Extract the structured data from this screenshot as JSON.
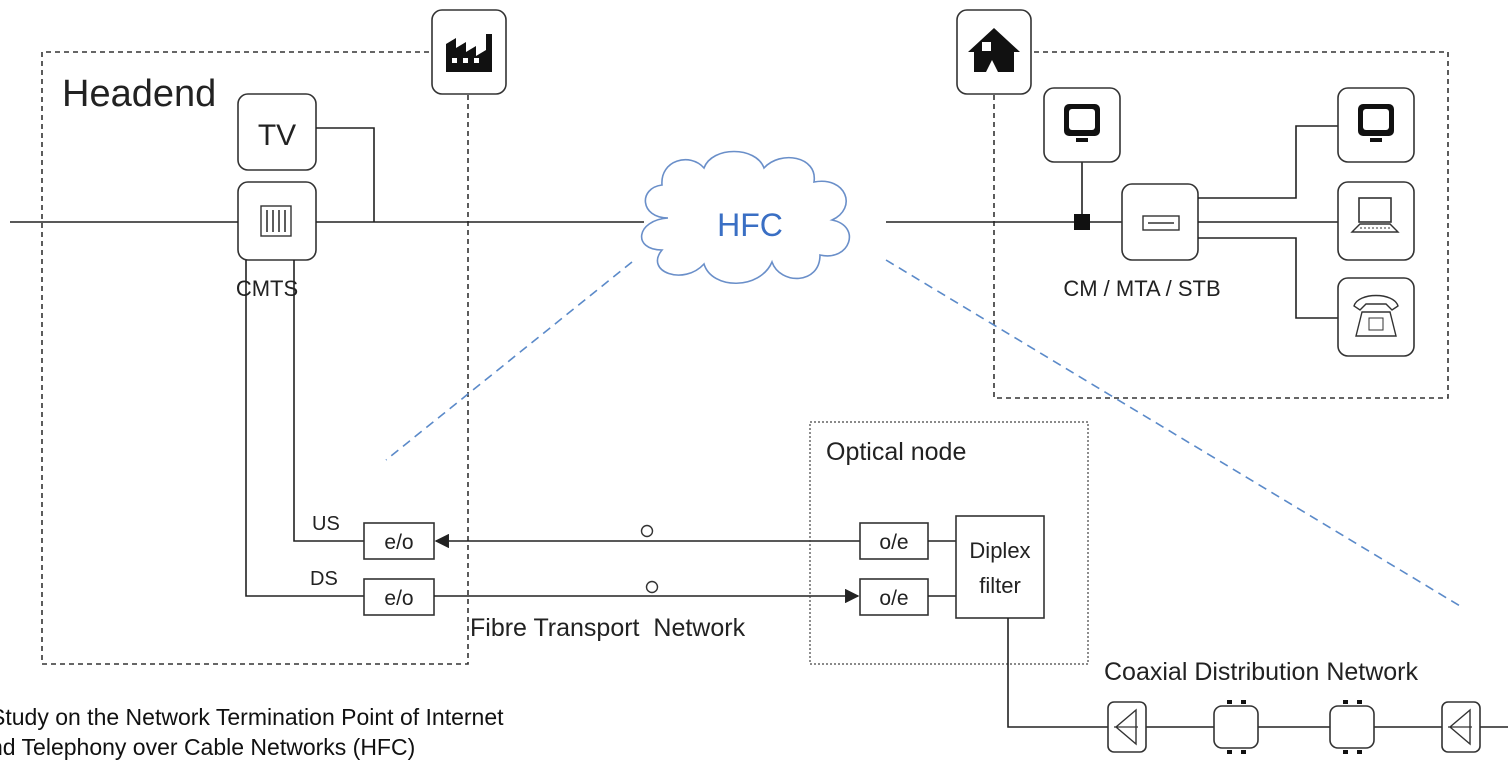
{
  "headend": {
    "title": "Headend",
    "tv_label": "TV",
    "cmts_label": "CMTS"
  },
  "hfc": {
    "label": "HFC"
  },
  "customer": {
    "device_label": "CM / MTA / STB"
  },
  "fibre": {
    "us_label": "US",
    "ds_label": "DS",
    "eo_label": "e/o",
    "oe_label": "o/e",
    "network_label": "Fibre Transport  Network"
  },
  "optical_node": {
    "title": "Optical node",
    "diplex_line1": "Diplex",
    "diplex_line2": "filter"
  },
  "coax": {
    "label": "Coaxial Distribution Network"
  },
  "caption": {
    "line1": "Study on the Network Termination Point of Internet",
    "line2": "nd Telephony over Cable Networks (HFC)"
  },
  "colors": {
    "line": "#222222",
    "zoom_line": "#5b8ac9",
    "hfc_text": "#3a6fc4",
    "cloud_stroke": "#6a8fc9"
  },
  "icons": [
    "factory-icon",
    "house-icon",
    "tv-icon",
    "cmts-rack-icon",
    "monitor-icon",
    "modem-icon",
    "laptop-icon",
    "telephone-icon",
    "amplifier-icon",
    "tap-icon"
  ]
}
